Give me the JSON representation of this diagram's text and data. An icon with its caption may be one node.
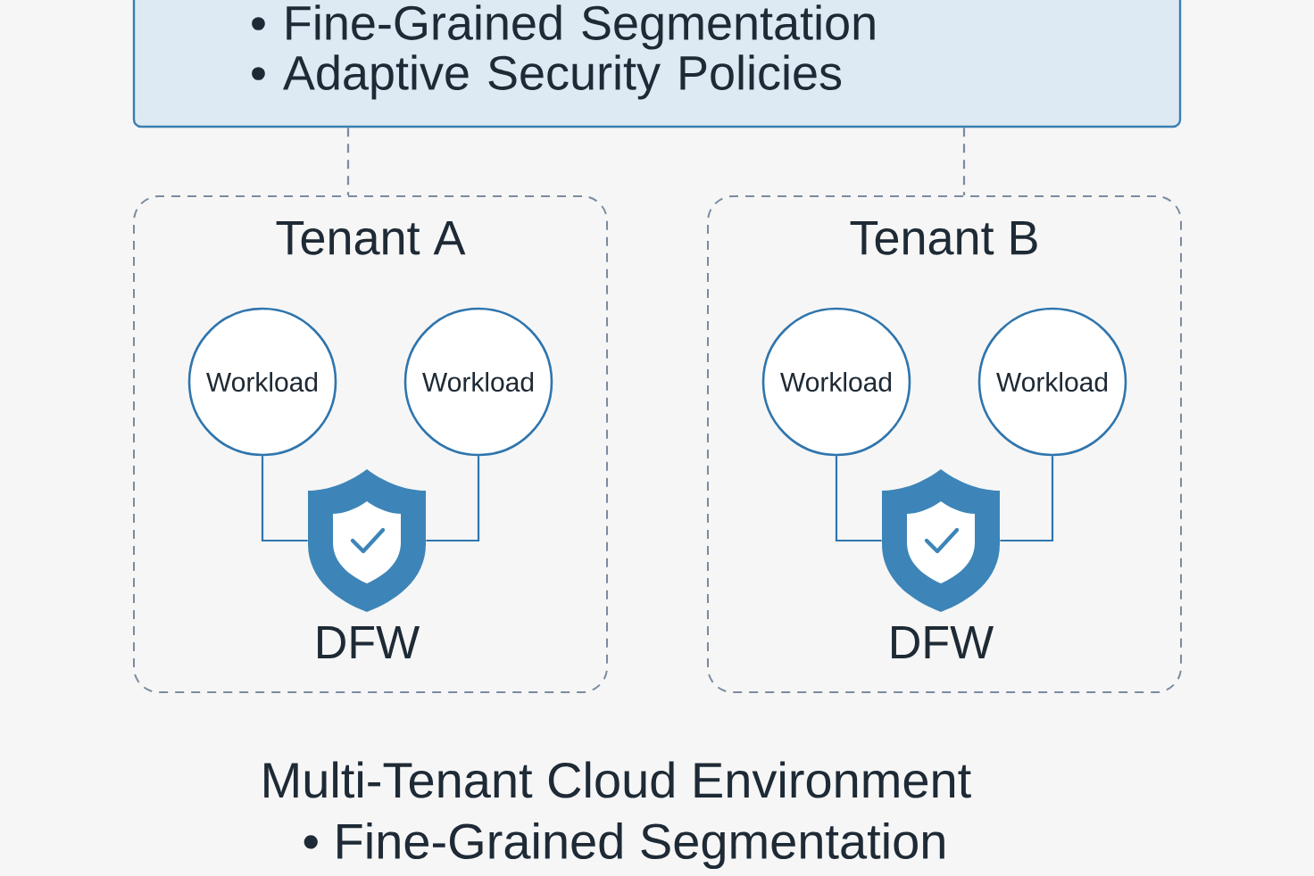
{
  "diagram": {
    "nodes": [
      {
        "text": [
          "• Fine-Grained Segmentation",
          "• Adaptive Security Policies"
        ]
      },
      {
        "text": [
          "Tenant A"
        ]
      },
      {
        "text": [
          "Workload"
        ],
        "in": 1
      },
      {
        "text": [
          "Workload"
        ],
        "in": 1
      },
      {
        "text": [],
        "shape": "picture",
        "beside": [
          "DFW"
        ],
        "in": 1
      },
      {
        "text": [
          "Tenant B"
        ]
      },
      {
        "text": [
          "Workload"
        ],
        "in": 5
      },
      {
        "text": [
          "Workload"
        ],
        "in": 5
      },
      {
        "text": [],
        "shape": "picture",
        "beside": [
          "DFW"
        ],
        "in": 5
      }
    ],
    "edges": [
      {
        "from": 0,
        "to": 1,
        "arrow": "none",
        "style": "dashed"
      },
      {
        "from": 0,
        "to": 5,
        "arrow": "none",
        "style": "dashed"
      },
      {
        "from": 2,
        "to": 4,
        "arrow": "none"
      },
      {
        "from": 3,
        "to": 4,
        "arrow": "none"
      },
      {
        "from": 6,
        "to": 8,
        "arrow": "none"
      },
      {
        "from": 7,
        "to": 8,
        "arrow": "none"
      }
    ],
    "labels": [
      "Multi-Tenant Cloud Environment",
      "• Fine-Grained Segmentation"
    ]
  }
}
